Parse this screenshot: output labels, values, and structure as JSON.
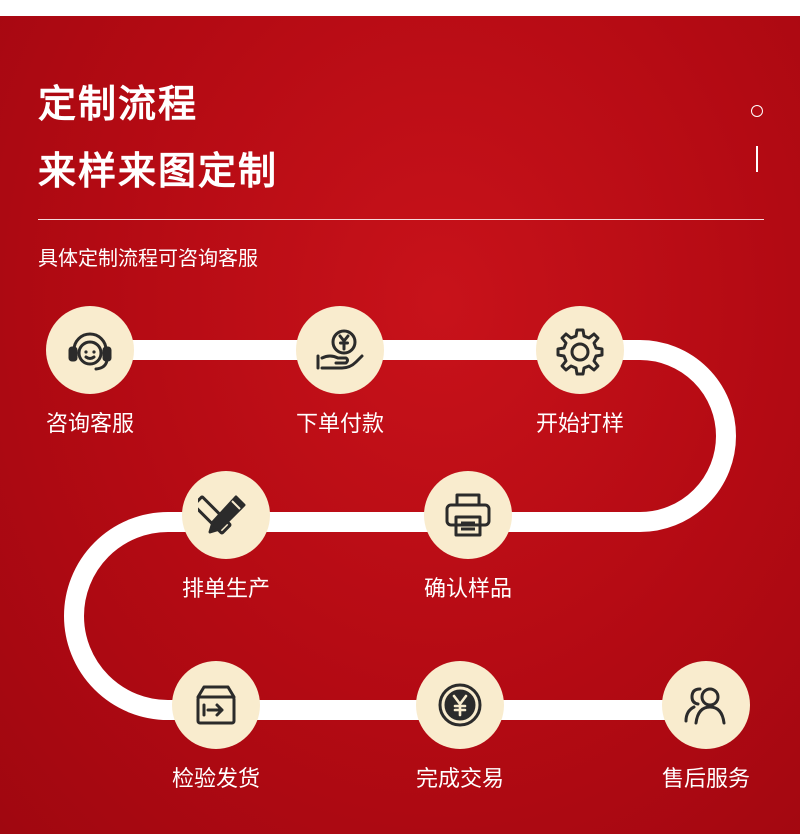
{
  "header": {
    "title_line1": "定制流程",
    "title_line2": "来样来图定制",
    "subtitle": "具体定制流程可咨询客服"
  },
  "colors": {
    "background": "#b30a13",
    "icon_circle": "#f9ecce",
    "icon_stroke": "#2b2b2b",
    "path": "#ffffff",
    "text": "#ffffff"
  },
  "steps": [
    {
      "label": "咨询客服",
      "icon": "customer-service-icon"
    },
    {
      "label": "下单付款",
      "icon": "payment-hand-icon"
    },
    {
      "label": "开始打样",
      "icon": "gear-icon"
    },
    {
      "label": "确认样品",
      "icon": "printer-icon"
    },
    {
      "label": "排单生产",
      "icon": "pencil-ruler-icon"
    },
    {
      "label": "检验发货",
      "icon": "box-arrow-icon"
    },
    {
      "label": "完成交易",
      "icon": "yen-coin-icon"
    },
    {
      "label": "售后服务",
      "icon": "users-icon"
    }
  ]
}
